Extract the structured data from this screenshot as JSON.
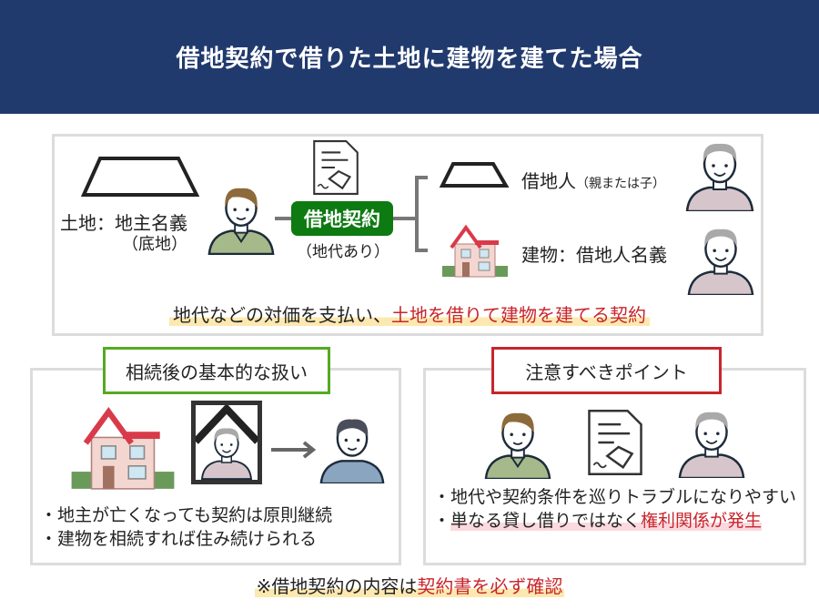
{
  "title": "借地契約で借りた土地に建物を建てた場合",
  "top": {
    "land_label": "土地：地主名義",
    "land_sub": "（底地）",
    "contract_badge": "借地契約",
    "contract_sub": "（地代あり）",
    "lessee_label": "借地人",
    "lessee_sub": "（親または子）",
    "building_label": "建物：借地人名義",
    "caption_plain": "地代などの対価を支払い、",
    "caption_red": "土地を借りて建物を建てる契約"
  },
  "left_panel": {
    "title": "相続後の基本的な扱い",
    "bullets": [
      "地主が亡くなっても契約は原則継続",
      "建物を相続すれば住み続けられる"
    ]
  },
  "right_panel": {
    "title": "注意すべきポイント",
    "bullet1": "地代や契約条件を巡りトラブルになりやすい",
    "bullet2_plain": "単なる貸し借りではなく",
    "bullet2_red": "権利関係が発生"
  },
  "footer": {
    "plain": "※借地契約の内容は",
    "red": "契約書を必ず確認"
  },
  "colors": {
    "header": "#213a6e",
    "green": "#0d7a12",
    "red": "#c8252c",
    "highlight": "#fde9b0"
  }
}
